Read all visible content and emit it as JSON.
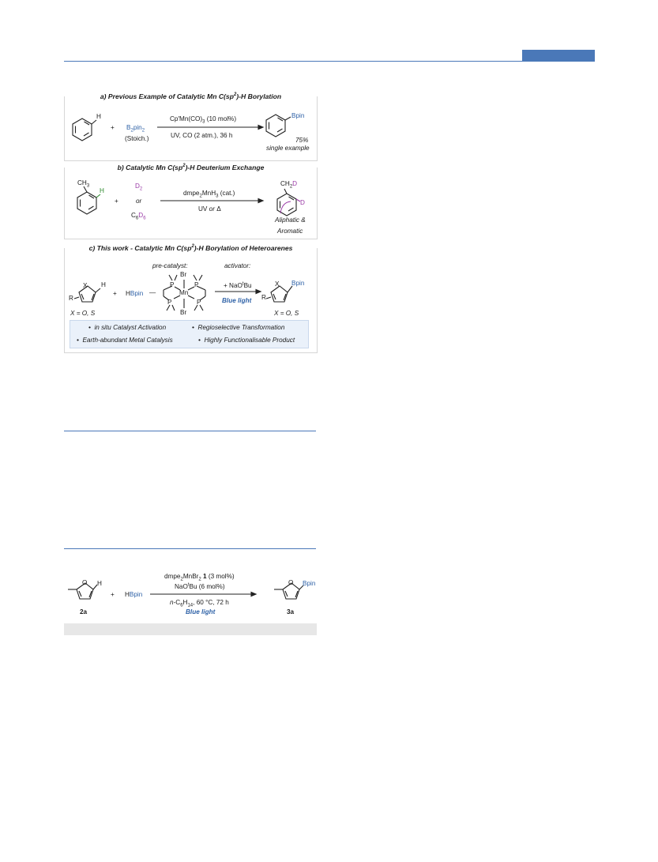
{
  "panel_a": {
    "title_pre": "a) Previous Example of Catalytic Mn C(sp",
    "title_sup": "2",
    "title_post": ")-H Borylation",
    "benzene_h": "H",
    "plus": "+",
    "reagent_main": "B",
    "reagent_sub1": "2",
    "reagent_mid": "pin",
    "reagent_sub2": "2",
    "reagent_note": "(Stoich.)",
    "cond_top_pre": "Cp'Mn(CO)",
    "cond_top_sub": "3",
    "cond_top_post": " (10 mol%)",
    "cond_bottom": "UV, CO (2 atm.), 36 h",
    "product_group": "Bpin",
    "yield": "75%",
    "yield_note": "single example"
  },
  "panel_b": {
    "title_pre": "b) Catalytic Mn C(sp",
    "title_sup": "2",
    "title_post": ")-H Deuterium Exchange",
    "sub_methyl": "CH",
    "sub_methyl_sub": "3",
    "sub_h": "H",
    "plus": "+",
    "d2_main": "D",
    "d2_sub": "2",
    "or": "or",
    "c6d6_c": "C",
    "c6d6_c_sub": "6",
    "c6d6_d": "D",
    "c6d6_d_sub": "6",
    "cond_top_pre": "dmpe",
    "cond_top_sub": "2",
    "cond_top_post": "MnH",
    "cond_top_sub2": "3",
    "cond_top_end": " (cat.)",
    "cond_bottom_pre": "UV ",
    "cond_bottom_or": "or",
    "cond_bottom_post": " Δ",
    "prod_ch": "CH",
    "prod_ch_sub": "2",
    "prod_d1": "D",
    "prod_d2": "D",
    "note_line1": "Aliphatic &",
    "note_line2": "Aromatic"
  },
  "panel_c": {
    "title_pre": "c) This work -  Catalytic Mn C(sp",
    "title_sup": "2",
    "title_post": ")-H Borylation of Heteroarenes",
    "precat_label": "pre-catalyst:",
    "activator_label": "activator:",
    "sub_x": "X",
    "sub_h": "H",
    "sub_r": "R",
    "sub_scope": "X = O, S",
    "plus": "+",
    "hbpin_h": "H",
    "hbpin_b": "Bpin",
    "dash": "—",
    "mn": "Mn",
    "br_top": "Br",
    "br_bottom": "Br",
    "p_label": "P",
    "act_pre": "+ NaO",
    "act_sup": "t",
    "act_post": "Bu",
    "blue_light": "Blue light",
    "prod_x": "X",
    "prod_r": "R",
    "prod_group": "Bpin",
    "prod_scope": "X = O, S",
    "bullets": [
      "in situ Catalyst Activation",
      "Regioselective Transformation",
      "Earth-abundant Metal Catalysis",
      "Highly Functionalisable Product"
    ],
    "bullet_char": "•"
  },
  "scheme2": {
    "sub_o": "O",
    "sub_h": "H",
    "sub_label": "2a",
    "plus": "+",
    "hbpin_h": "H",
    "hbpin_b": "Bpin",
    "cond1_pre": "dmpe",
    "cond1_sub": "2",
    "cond1_mid": "MnBr",
    "cond1_sub2": "2",
    "cond1_bold": " 1",
    "cond1_post": " (3 mol%)",
    "cond2_pre": "NaO",
    "cond2_sup": "t",
    "cond2_post": "Bu (6 mol%)",
    "cond3_n": "n",
    "cond3_pre": "-C",
    "cond3_sub1": "6",
    "cond3_h": "H",
    "cond3_sub2": "14",
    "cond3_post": ", 60 °C, 72 h",
    "cond4": "Blue light",
    "prod_o": "O",
    "prod_group": "Bpin",
    "prod_label": "3a"
  },
  "colors": {
    "accent_blue": "#4a78b8",
    "text_blue": "#2f62a7",
    "deuterium_purple": "#9a3aa6",
    "h_green": "#2d8a2d",
    "bullet_bg": "#eaf1fa"
  }
}
